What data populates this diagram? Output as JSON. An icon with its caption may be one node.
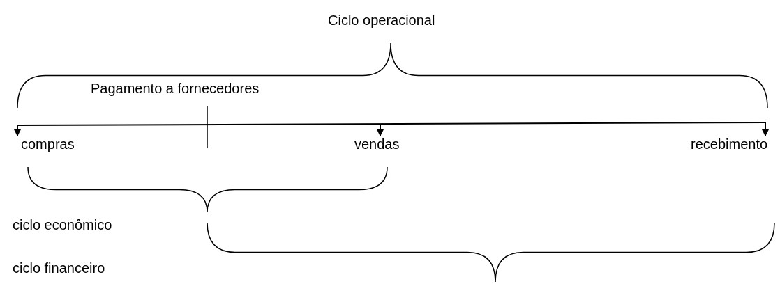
{
  "diagram": {
    "nodes": [
      {
        "text": [
          "compras"
        ]
      },
      {
        "text": [
          "vendas"
        ]
      },
      {
        "text": [
          "recebimento"
        ]
      }
    ],
    "edges": [
      {
        "from": null,
        "to": 0,
        "arrow": "to"
      },
      {
        "from": null,
        "to": 1,
        "arrow": "to"
      },
      {
        "from": null,
        "to": 2,
        "arrow": "to"
      }
    ],
    "labels": [
      "Ciclo operacional",
      "Pagamento a fornecedores",
      "ciclo econômico",
      "ciclo financeiro"
    ]
  }
}
